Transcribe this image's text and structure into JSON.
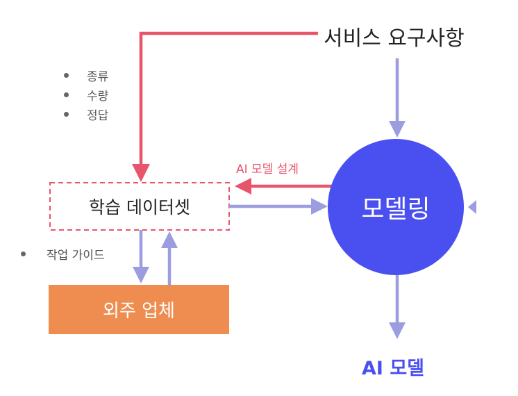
{
  "nodes": {
    "service_requirements": "서비스 요구사항",
    "training_dataset": "학습 데이터셋",
    "outsourcing_vendor": "외주 업체",
    "modeling": "모델링",
    "ai_model": "AI 모델"
  },
  "edge_labels": {
    "ai_model_design": "AI 모델 설계"
  },
  "requirement_bullets": [
    "종류",
    "수량",
    "정답"
  ],
  "vendor_bullets": [
    "작업 가이드"
  ],
  "colors": {
    "red_arrow": "#e8546b",
    "lavender_arrow": "#9c9ce0",
    "modeling_circle": "#4a4ff0",
    "vendor_box": "#ee8d4f",
    "ai_model_text": "#4a4ff0"
  }
}
